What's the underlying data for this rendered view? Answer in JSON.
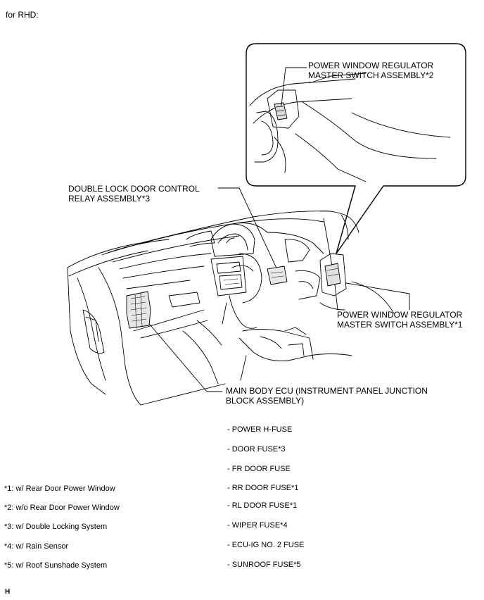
{
  "header": {
    "variant": "for RHD:"
  },
  "callouts": {
    "pw_switch_2": [
      "POWER WINDOW REGULATOR",
      "MASTER SWITCH ASSEMBLY*2"
    ],
    "double_lock": [
      "DOUBLE LOCK DOOR CONTROL",
      "RELAY ASSEMBLY*3"
    ],
    "pw_switch_1": [
      "POWER WINDOW REGULATOR",
      "MASTER SWITCH ASSEMBLY*1"
    ],
    "main_body_ecu": [
      "MAIN BODY ECU (INSTRUMENT PANEL JUNCTION",
      "BLOCK ASSEMBLY)"
    ]
  },
  "fuses": [
    "- POWER H-FUSE",
    "- DOOR FUSE*3",
    "- FR DOOR FUSE",
    "- RR DOOR FUSE*1",
    "- RL DOOR FUSE*1",
    "- WIPER FUSE*4",
    "- ECU-IG NO. 2 FUSE",
    "- SUNROOF FUSE*5"
  ],
  "footnotes": [
    "*1: w/ Rear Door Power Window",
    "*2: w/o Rear Door Power Window",
    "*3: w/ Double Locking System",
    "*4: w/ Rain Sensor",
    "*5: w/ Roof Sunshade System"
  ],
  "figure_code": "H"
}
